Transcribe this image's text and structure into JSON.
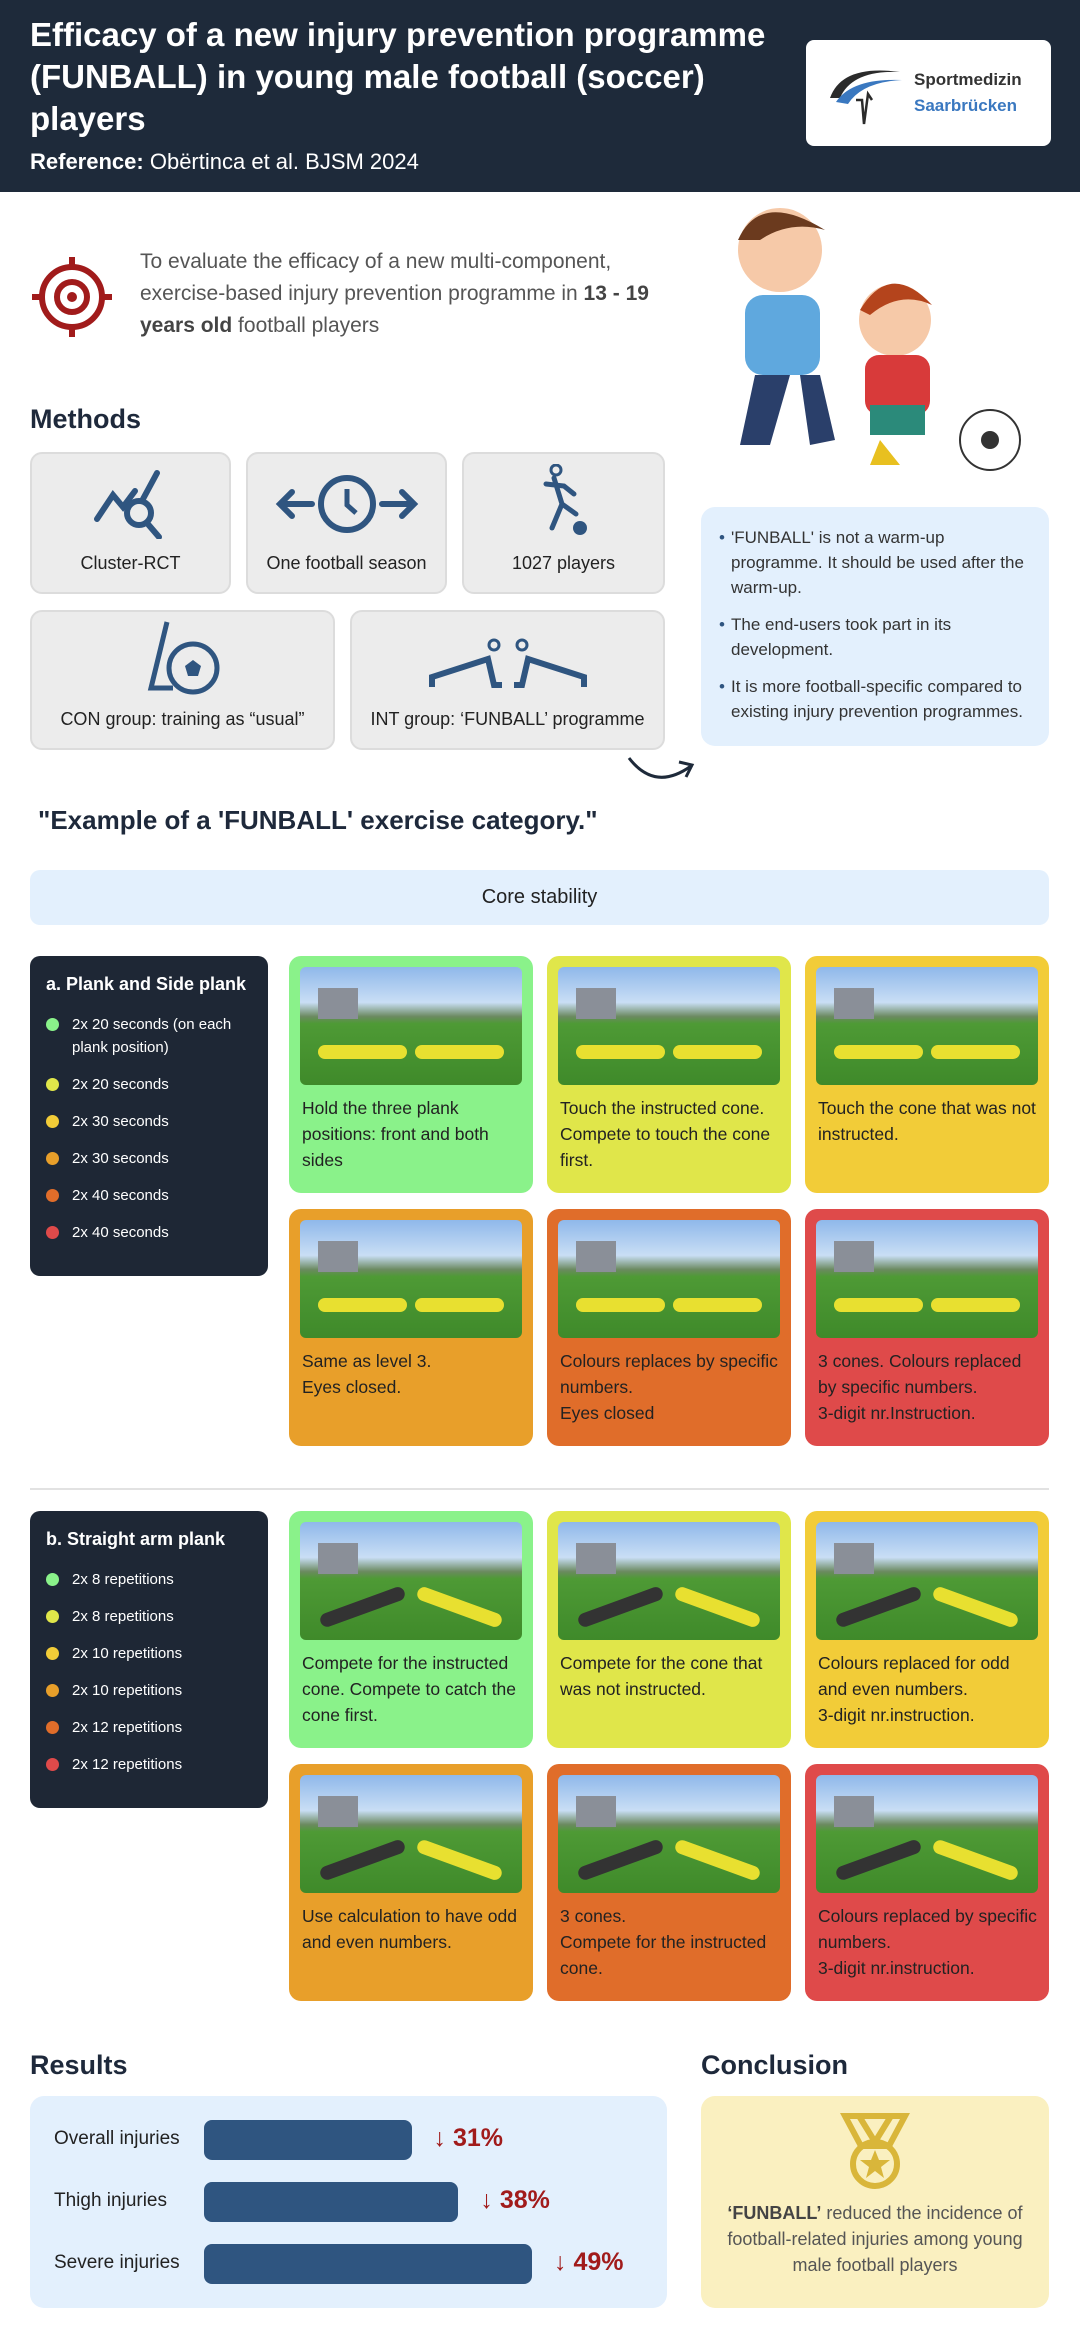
{
  "header": {
    "title": "Efficacy of a new injury prevention programme (FUNBALL) in young male football (soccer) players",
    "reference_label": "Reference:",
    "reference": "Obërtinca et al. BJSM 2024",
    "logo": {
      "line1": "Sportmedizin",
      "line2": "Saarbrücken"
    }
  },
  "objective": {
    "icon": "target-icon",
    "text_before": "To evaluate the efficacy of a new multi-component, exercise-based injury prevention programme in ",
    "text_bold": "13 - 19 years old",
    "text_after": " football players"
  },
  "methods": {
    "title": "Methods",
    "items": [
      {
        "icon": "chart-search-icon",
        "label": "Cluster-RCT"
      },
      {
        "icon": "clock-arrows-icon",
        "label": "One football season"
      },
      {
        "icon": "football-player-icon",
        "label": "1027 players"
      },
      {
        "icon": "cone-ball-icon",
        "label": "CON group: training as “usual”"
      },
      {
        "icon": "plank-players-icon",
        "label": "INT group: ‘FUNBALL’ programme"
      }
    ]
  },
  "info": {
    "items": [
      "'FUNBALL' is not a warm-up programme. It should be used after the warm-up.",
      "The end-users took part in its development.",
      "It is more football-specific compared to existing injury prevention programmes."
    ]
  },
  "example_title": "\"Example of a 'FUNBALL' exercise category.\"",
  "category": "Core stability",
  "level_colors": [
    "#8af28a",
    "#e0e64a",
    "#f2cc38",
    "#e89f2a",
    "#e06d2a",
    "#df4a4a"
  ],
  "sections": [
    {
      "title": "a. Plank and Side plank",
      "levels": [
        "2x 20 seconds (on each plank position)",
        "2x 20 seconds",
        "2x 30 seconds",
        "2x 30 seconds",
        "2x 40 seconds",
        "2x 40 seconds"
      ],
      "cards": [
        "Hold the three plank positions: front and both sides",
        "Touch the instructed cone. Compete to touch the cone first.",
        "Touch the cone that was not instructed.",
        "Same as level 3.\nEyes closed.",
        "Colours replaces by specific numbers.\nEyes closed",
        "3 cones. Colours replaced by specific numbers.\n3-digit nr.Instruction."
      ]
    },
    {
      "title": "b. Straight arm plank",
      "levels": [
        "2x 8 repetitions",
        "2x 8 repetitions",
        "2x 10 repetitions",
        "2x 10 repetitions",
        "2x 12 repetitions",
        "2x 12 repetitions"
      ],
      "cards": [
        "Compete for the instructed cone. Compete to catch the cone first.",
        "Compete for the cone that was not instructed.",
        "Colours replaced for odd and even numbers.\n3-digit nr.instruction.",
        "Use calculation to have odd and even numbers.",
        "3 cones.\nCompete for the instructed cone.",
        "Colours replaced by specific numbers.\n3-digit nr.instruction."
      ]
    }
  ],
  "results": {
    "title": "Results",
    "items": [
      {
        "label": "Overall injuries",
        "value": "31%",
        "percent": 31
      },
      {
        "label": "Thigh injuries",
        "value": "38%",
        "percent": 38
      },
      {
        "label": "Severe injuries",
        "value": "49%",
        "percent": 49
      }
    ]
  },
  "conclusion": {
    "title": "Conclusion",
    "icon": "medal-icon",
    "bold": "‘FUNBALL’",
    "text": " reduced the incidence of football-related injuries among young male football players"
  }
}
